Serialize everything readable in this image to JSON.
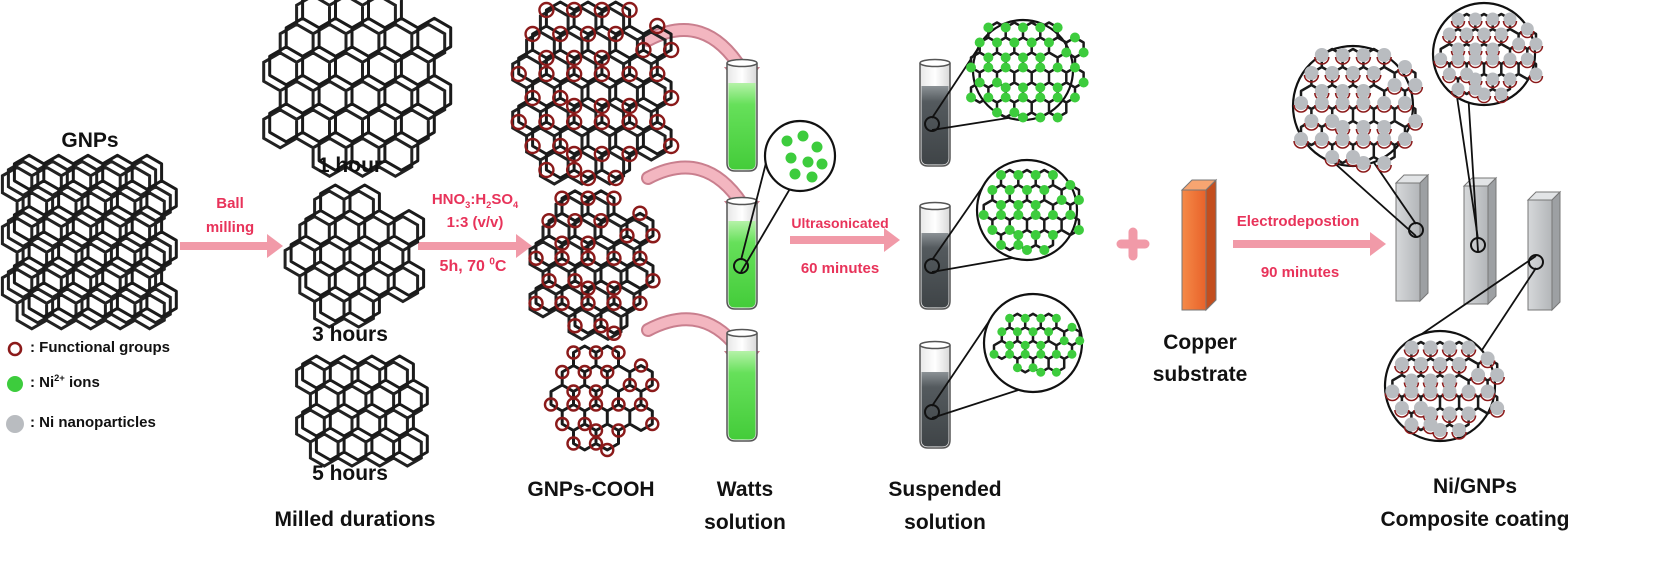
{
  "labels": {
    "gnps": "GNPs",
    "t1": "1 hour",
    "t3": "3 hours",
    "t5": "5 hours",
    "milled": "Milled durations",
    "cooh": "GNPs-COOH",
    "watts_1": "Watts",
    "watts_2": "solution",
    "susp_1": "Suspended",
    "susp_2": "solution",
    "copper_1": "Copper",
    "copper_2": "substrate",
    "ni_1": "Ni/GNPs",
    "ni_2": "Composite coating"
  },
  "steps": {
    "ball_1": "Ball",
    "ball_2": "milling",
    "acid_a": "HNO",
    "acid_a_sub": "3",
    "acid_b": ":H",
    "acid_b_sub": "2",
    "acid_c": "SO",
    "acid_c_sub": "4",
    "ratio": "1:3 (v/v)",
    "cond_a": "5h, 70 ",
    "cond_sup": "0",
    "cond_b": "C",
    "ultra": "Ultrasonicated",
    "ultra_time": "60 minutes",
    "electro": "Electrodepostion",
    "electro_time": "90 minutes"
  },
  "legend": {
    "functional": ": Functional groups",
    "ni_ions_a": ": Ni",
    "ni_ions_sup": "2+",
    "ni_ions_b": " ions",
    "nanoparticles": ": Ni nanoparticles"
  },
  "colors": {
    "arrow": "#f19aa8",
    "step_text": "#e8335a",
    "functional": "#8b1a1a",
    "ni_ion": "#3dcc3d",
    "nanoparticle": "#b9bcc0",
    "watts_liquid": "#66e05a",
    "suspension": "#545a5e",
    "copper": "#ee6b2d",
    "steel": "#c3c6c9"
  }
}
